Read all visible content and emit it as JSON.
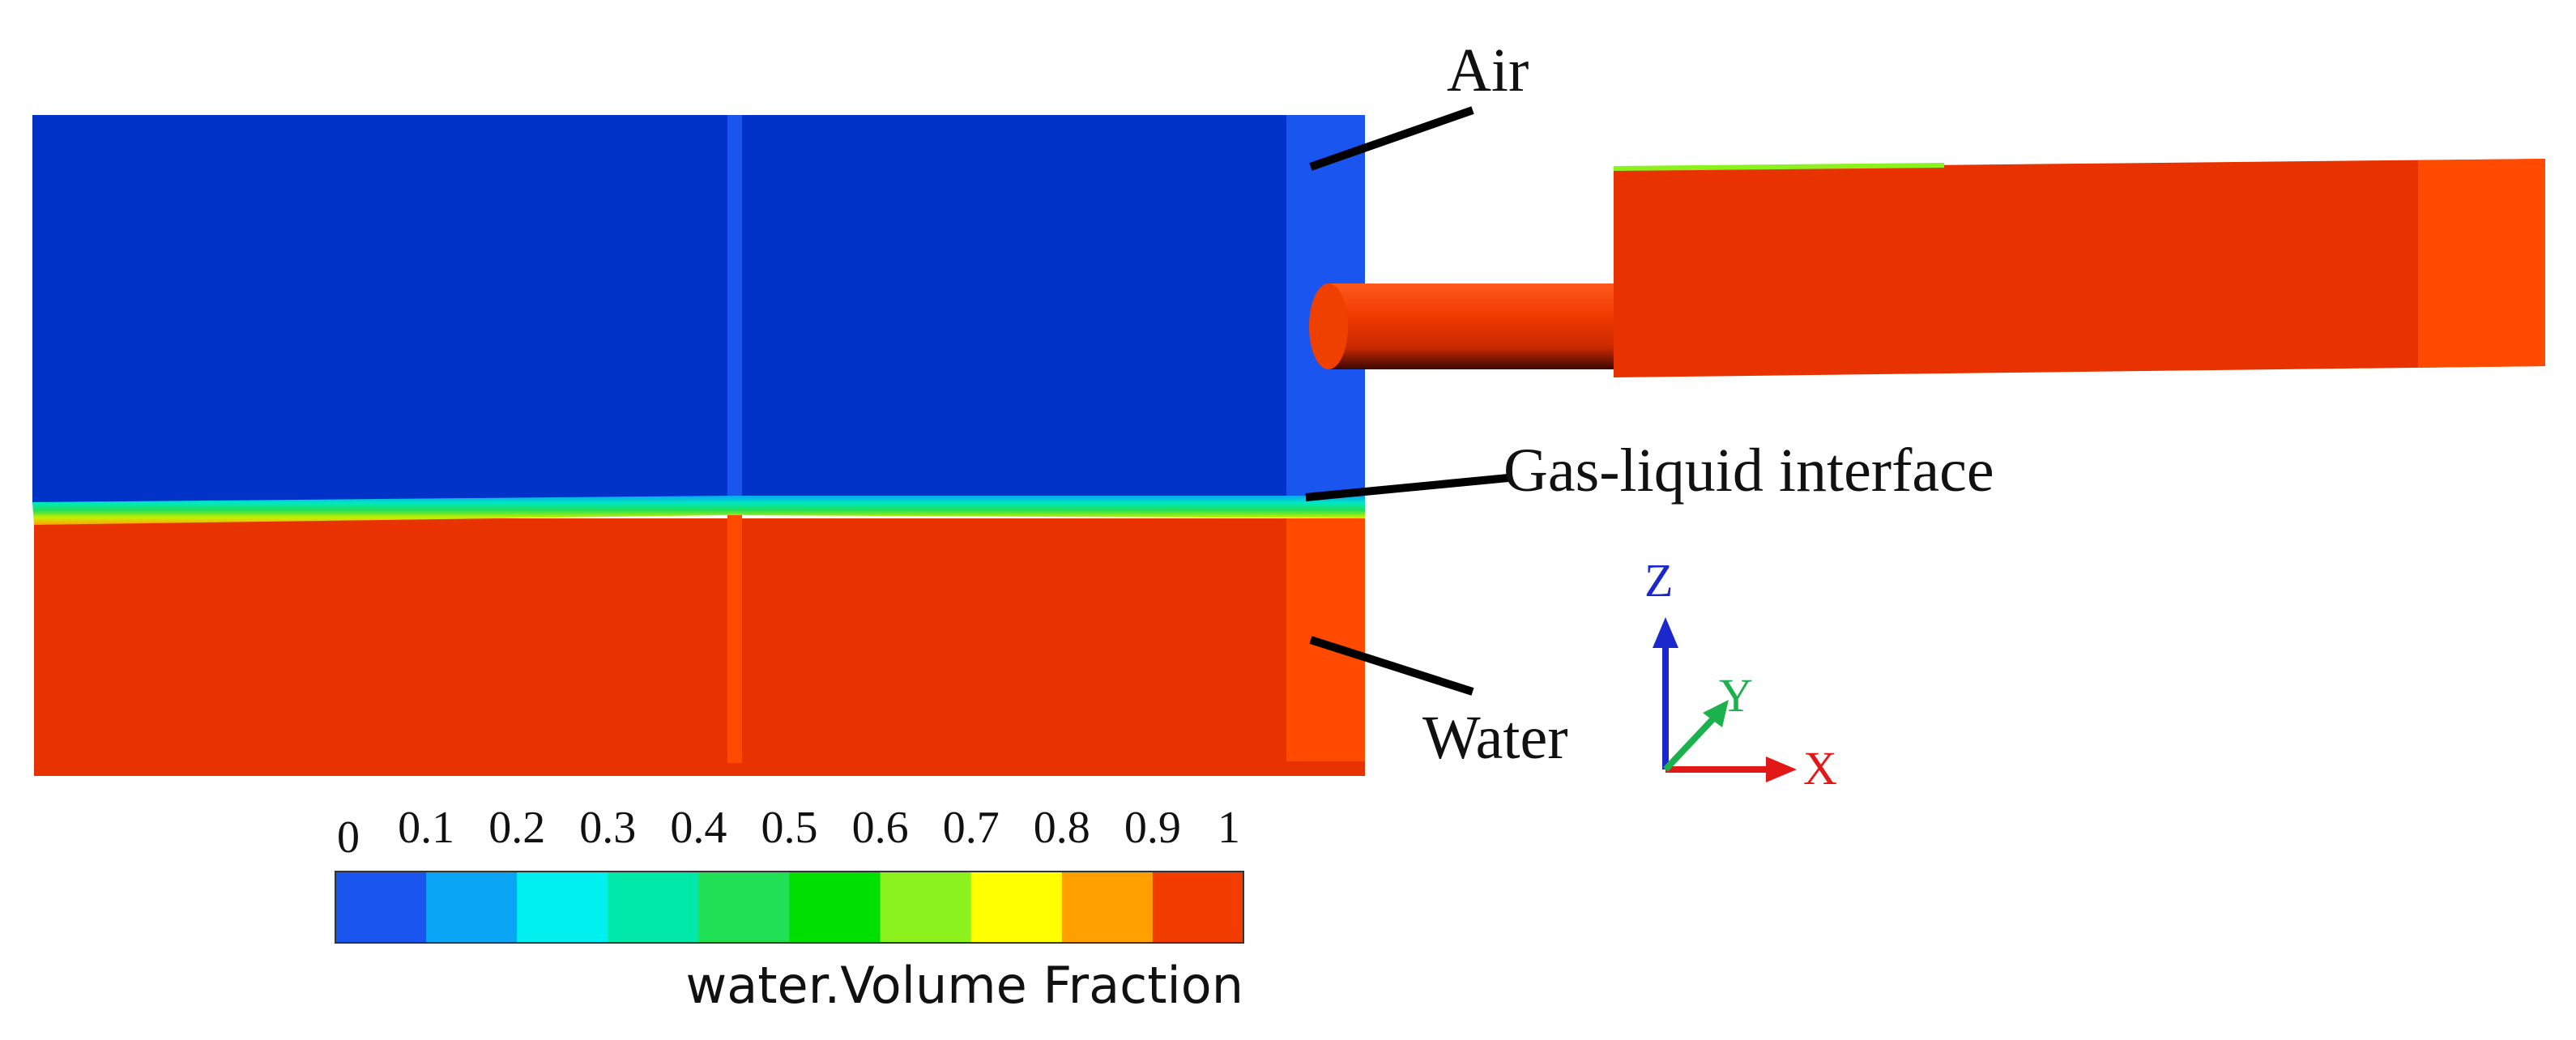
{
  "labels": {
    "air": "Air",
    "interface": "Gas-liquid interface",
    "water": "Water"
  },
  "axes": {
    "x": "X",
    "y": "Y",
    "z": "Z"
  },
  "colorbar": {
    "title": "water.Volume Fraction",
    "ticks": [
      "0",
      "0.1",
      "0.2",
      "0.3",
      "0.4",
      "0.5",
      "0.6",
      "0.7",
      "0.8",
      "0.9",
      "1"
    ],
    "colors": [
      "#1a55f0",
      "#0aa6f5",
      "#00f0f0",
      "#00e8a8",
      "#22e055",
      "#00e000",
      "#8cf21e",
      "#ffff00",
      "#ffa000",
      "#f23c00"
    ]
  },
  "colors": {
    "air": "#0233c9",
    "water": "#e83200",
    "water_light": "#ff4a00",
    "axis_x": "#e21818",
    "axis_y": "#1bb14c",
    "axis_z": "#1a28cc"
  }
}
